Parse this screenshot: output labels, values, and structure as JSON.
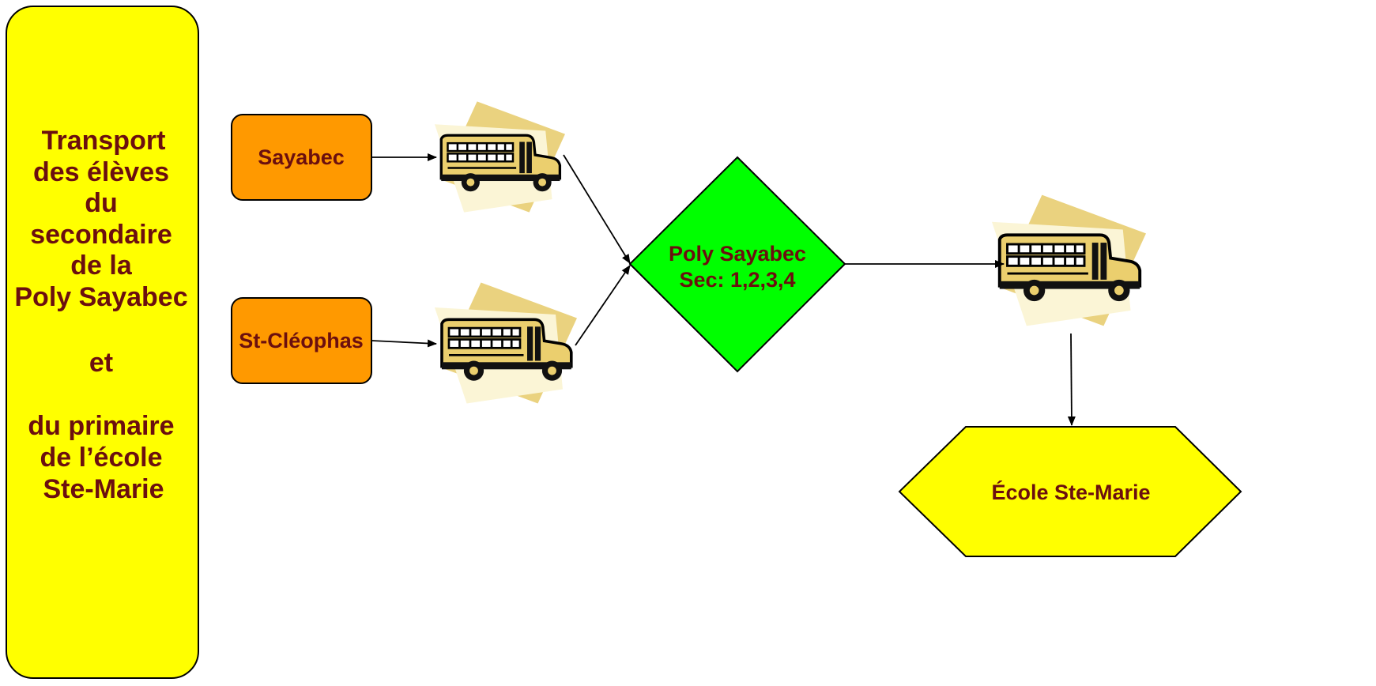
{
  "sidebar": {
    "lines": [
      "Transport",
      "des élèves",
      "du",
      "secondaire",
      "de la",
      "Poly Sayabec",
      "",
      "et",
      "",
      "du primaire",
      "de l’école",
      "Ste-Marie"
    ]
  },
  "nodes": {
    "sayabec": "Sayabec",
    "st_cleophas": "St-Cléophas",
    "poly_line1": "Poly Sayabec",
    "poly_line2": "Sec: 1,2,3,4",
    "ecole": "École Ste-Marie"
  },
  "icons": [
    "school-bus-icon"
  ],
  "colors": {
    "sidebar_fill": "#ffff00",
    "origin_fill": "#ff9900",
    "poly_fill": "#00ff00",
    "ecole_fill": "#ffff00",
    "label_text": "#6b0f0f"
  }
}
